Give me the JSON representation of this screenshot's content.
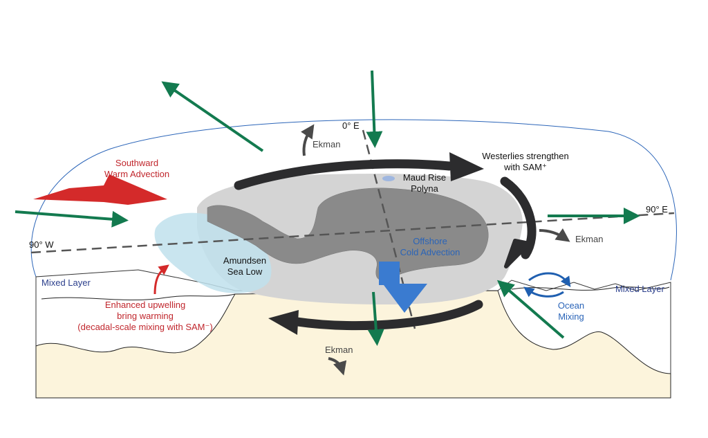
{
  "labels": {
    "southward_warm_advection_1": "Southward",
    "southward_warm_advection_2": "Warm Advection",
    "ekman_top": "Ekman",
    "zero_e": "0° E",
    "westerlies_1": "Westerlies strengthen",
    "westerlies_2": "with SAM⁺",
    "maud_rise_1": "Maud Rise",
    "maud_rise_2": "Polyna",
    "ninety_e": "90° E",
    "ninety_w": "90° W",
    "ekman_right": "Ekman",
    "offshore_1": "Offshore",
    "offshore_2": "Cold Advection",
    "amundsen_1": "Amundsen",
    "amundsen_2": "Sea Low",
    "mixed_layer_left": "Mixed Layer",
    "mixed_layer_right": "Mixed Layer",
    "upwelling_1": "Enhanced upwelling",
    "upwelling_2": "bring warming",
    "upwelling_3": "(decadal-scale mixing with SAM⁻)",
    "ocean_mixing_1": "Ocean",
    "ocean_mixing_2": "Mixing",
    "ekman_bottom": "Ekman"
  },
  "colors": {
    "green_arrow": "#137a4f",
    "red_arrow": "#d42a2a",
    "blue_arrow": "#3a7bd0",
    "dark_arrow": "#2c2c2e",
    "gray_arrow": "#4a4a4a",
    "continent_shelf": "#d4d4d4",
    "continent_core": "#8a8a8a",
    "amundsen_low": "#bfe0ec",
    "seabed": "#fcf4dc",
    "outline_blue": "#2a64b8"
  }
}
